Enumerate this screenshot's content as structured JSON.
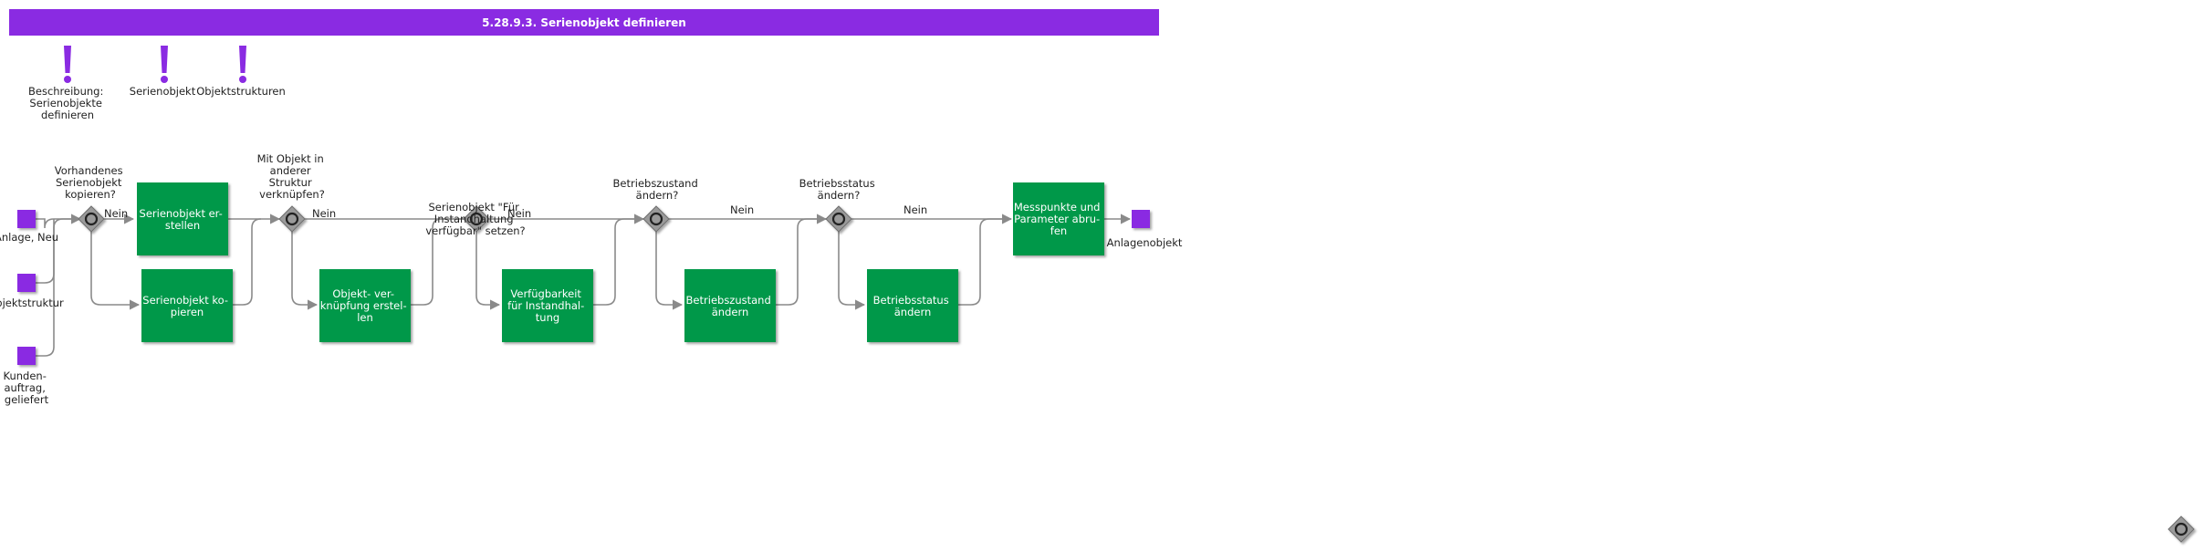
{
  "header": {
    "title": "5.28.9.3. Serienobjekt definieren"
  },
  "colors": {
    "header": "#8a2be2",
    "event": "#8a2be2",
    "task": "#00984a",
    "gateway": "#9a9a9a",
    "connector": "#8a8a8a"
  },
  "info_items": [
    {
      "icon": "exclamation-icon",
      "label": [
        "Beschreibung:",
        "Serienobjekte",
        "definieren"
      ]
    },
    {
      "icon": "exclamation-icon",
      "label": [
        "Serienobjekt"
      ]
    },
    {
      "icon": "exclamation-icon",
      "label": [
        "Objektstrukturen"
      ]
    }
  ],
  "start_events": [
    {
      "label": [
        "Anlage, Neu"
      ]
    },
    {
      "label": [
        "Objektstruktur"
      ]
    },
    {
      "label": [
        "Kunden-",
        "auftrag,",
        "geliefert"
      ]
    }
  ],
  "end_event": {
    "label": [
      "Anlagenobjekt"
    ]
  },
  "gateways": [
    {
      "question": [
        "Vorhandenes",
        "Serienobjekt",
        "kopieren?"
      ],
      "branch_label": "Nein"
    },
    {
      "question": [
        "Mit Objekt in",
        "anderer",
        "Struktur",
        "verknüpfen?"
      ],
      "branch_label": "Nein"
    },
    {
      "question": [
        "Serienobjekt \"Für",
        "Instandhaltung",
        "verfügbar\" setzen?"
      ],
      "branch_label": "Nein"
    },
    {
      "question": [
        "Betriebszustand",
        "ändern?"
      ],
      "branch_label": "Nein"
    },
    {
      "question": [
        "Betriebsstatus",
        "ändern?"
      ],
      "branch_label": "Nein"
    }
  ],
  "tasks": [
    {
      "label": [
        "Serienobjekt er-",
        "stellen"
      ]
    },
    {
      "label": [
        "Serienobjekt ko-",
        "pieren"
      ]
    },
    {
      "label": [
        "Objekt- ver-",
        "knüpfung erstel-",
        "len"
      ]
    },
    {
      "label": [
        "Verfügbarkeit",
        "für Instandhal-",
        "tung"
      ]
    },
    {
      "label": [
        "Betriebszustand",
        "ändern"
      ]
    },
    {
      "label": [
        "Betriebsstatus",
        "ändern"
      ]
    },
    {
      "label": [
        "Messpunkte und",
        "Parameter abru-",
        "fen"
      ]
    }
  ]
}
